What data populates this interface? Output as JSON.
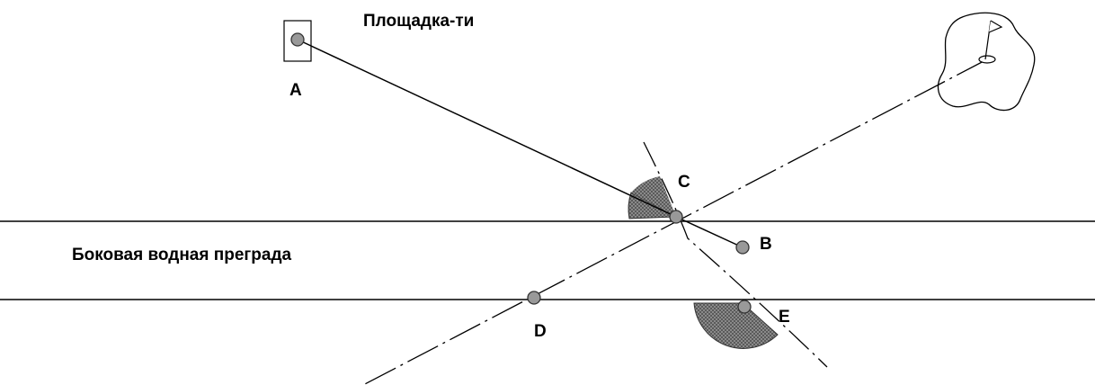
{
  "diagram": {
    "labels": {
      "tee": "Площадка-ти",
      "hazard": "Боковая водная преграда",
      "point_a": "A",
      "point_b": "B",
      "point_c": "C",
      "point_d": "D",
      "point_e": "E"
    },
    "colors": {
      "line": "#000000",
      "point_fill": "#999999",
      "shaded_area": "#6f6f6f",
      "background": "#ffffff"
    }
  }
}
